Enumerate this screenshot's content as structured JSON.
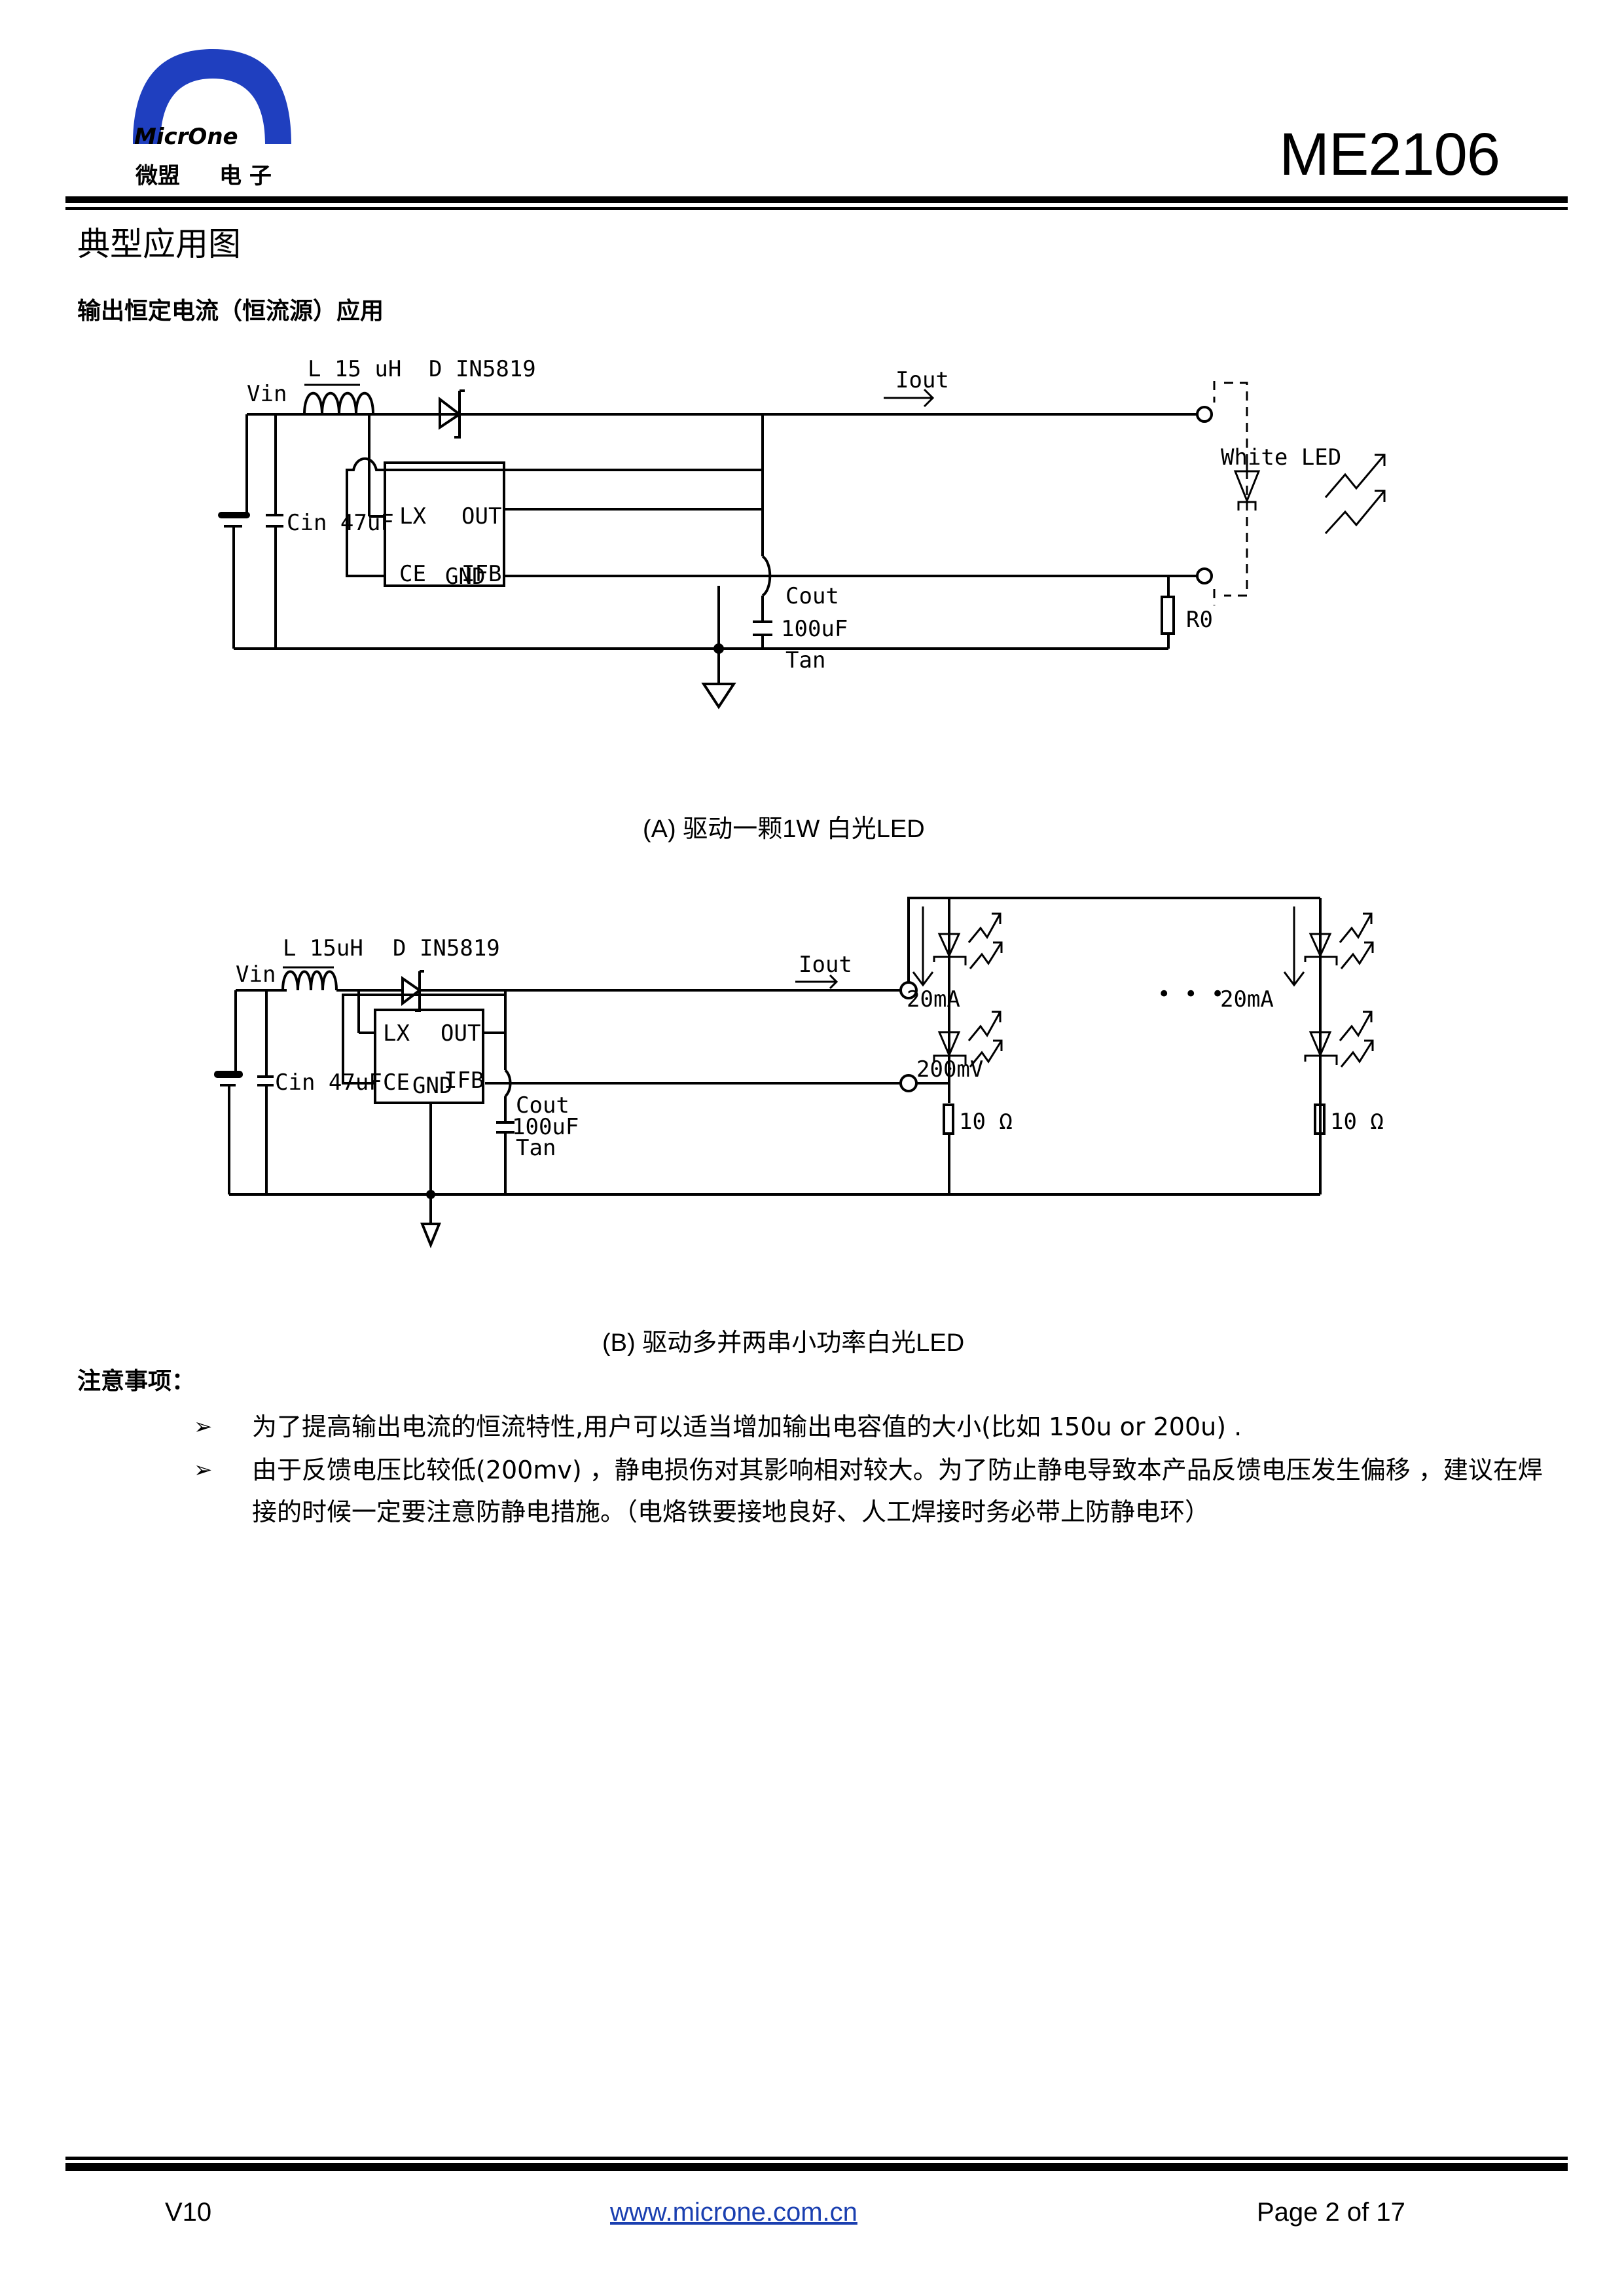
{
  "header": {
    "logo_text_en": "MicrOne",
    "logo_text_cn": "微盟",
    "logo_text_cn_small": "电 子",
    "logo_color": "#1f3fbf",
    "doc_title": "ME2106"
  },
  "section": {
    "title": "典型应用图",
    "subtitle": "输出恒定电流（恒流源）应用"
  },
  "figure_a": {
    "caption": "(A)   驱动一颗1W  白光LED",
    "labels": {
      "vin": "Vin",
      "inductor": "L  15 uH",
      "diode": "D  IN5819",
      "iout": "Iout",
      "cin": "Cin 47uF",
      "pin_lx": "LX",
      "pin_out": "OUT",
      "pin_ce": "CE",
      "pin_gnd": "GND",
      "pin_ifb": "IFB",
      "cout_1": "Cout",
      "cout_2": "100uF",
      "cout_3": "Tan",
      "r0": "R0",
      "white_led": "White LED"
    }
  },
  "figure_b": {
    "caption": "(B)  驱动多并两串小功率白光LED",
    "labels": {
      "vin": "Vin",
      "inductor": "L  15uH",
      "diode": "D IN5819",
      "iout": "Iout",
      "cin": "Cin 47uF",
      "pin_lx": "LX",
      "pin_out": "OUT",
      "pin_ce": "CE",
      "pin_gnd": "GND",
      "pin_ifb": "IFB",
      "cout_1": "Cout",
      "cout_2": "100uF",
      "cout_3": "Tan",
      "current_1": "20mA",
      "current_2": "20mA",
      "voltage": "200mV",
      "resistor_1": "10 Ω",
      "resistor_2": "10 Ω",
      "ellipsis": "• • •"
    }
  },
  "notes": {
    "title": "注意事项：",
    "items": [
      "为了提高输出电流的恒流特性,用户可以适当增加输出电容值的大小(比如 150u or 200u) .",
      "由于反馈电压比较低(200mv) ，静电损伤对其影响相对较大。为了防止静电导致本产品反馈电压发生偏移 ，建议在焊接的时候一定要注意防静电措施。（电烙铁要接地良好、人工焊接时务必带上防静电环）"
    ],
    "bullet": "➢"
  },
  "footer": {
    "version": "V10",
    "website": "www.microne.com.cn",
    "page": "Page 2 of 17"
  }
}
